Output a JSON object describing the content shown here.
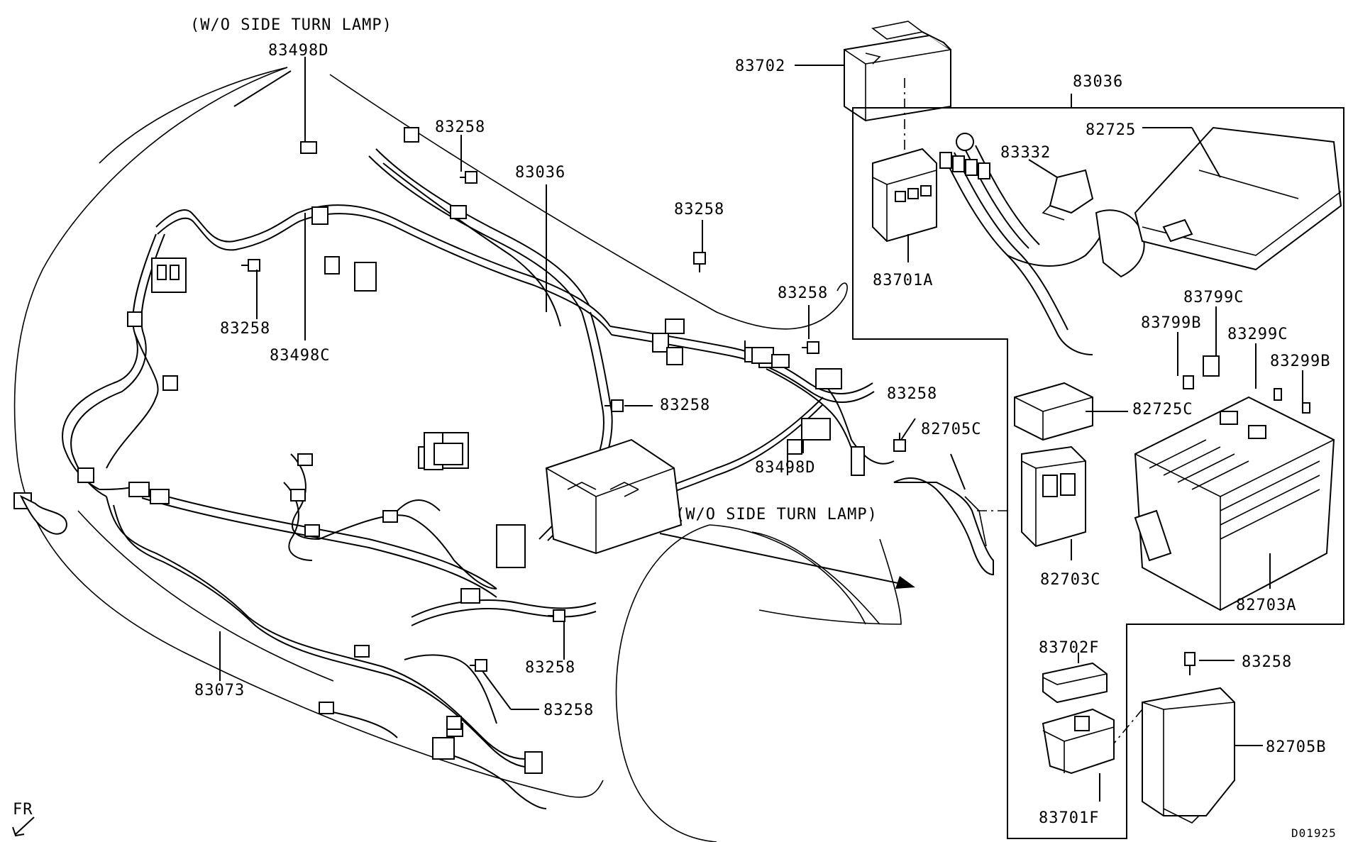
{
  "diagram": {
    "notes": {
      "wo_side_turn_lamp_top": "(W/O SIDE TURN LAMP)",
      "wo_side_turn_lamp_mid": "(W/O SIDE TURN LAMP)",
      "fr": "FR",
      "drawing_code": "D01925"
    },
    "labels": {
      "p83498d_top": "83498D",
      "p83258_a": "83258",
      "p83036_main": "83036",
      "p83258_b": "83258",
      "p83258_c": "83258",
      "p83498c": "83498C",
      "p83258_d": "83258",
      "p83258_e": "83258",
      "p83258_f": "83258",
      "p83498d_mid": "83498D",
      "p82705c": "82705C",
      "p83258_g": "83258",
      "p83258_h": "83258",
      "p83073": "83073",
      "p83702": "83702",
      "p83036_box": "83036",
      "p82725": "82725",
      "p83332": "83332",
      "p83701a": "83701A",
      "p83799c": "83799C",
      "p83799b": "83799B",
      "p83299c": "83299C",
      "p83299b": "83299B",
      "p82725c": "82725C",
      "p82703c": "82703C",
      "p82703a": "82703A",
      "p83702f": "83702F",
      "p83701f": "83701F",
      "p83258_i": "83258",
      "p82705b": "82705B"
    }
  }
}
